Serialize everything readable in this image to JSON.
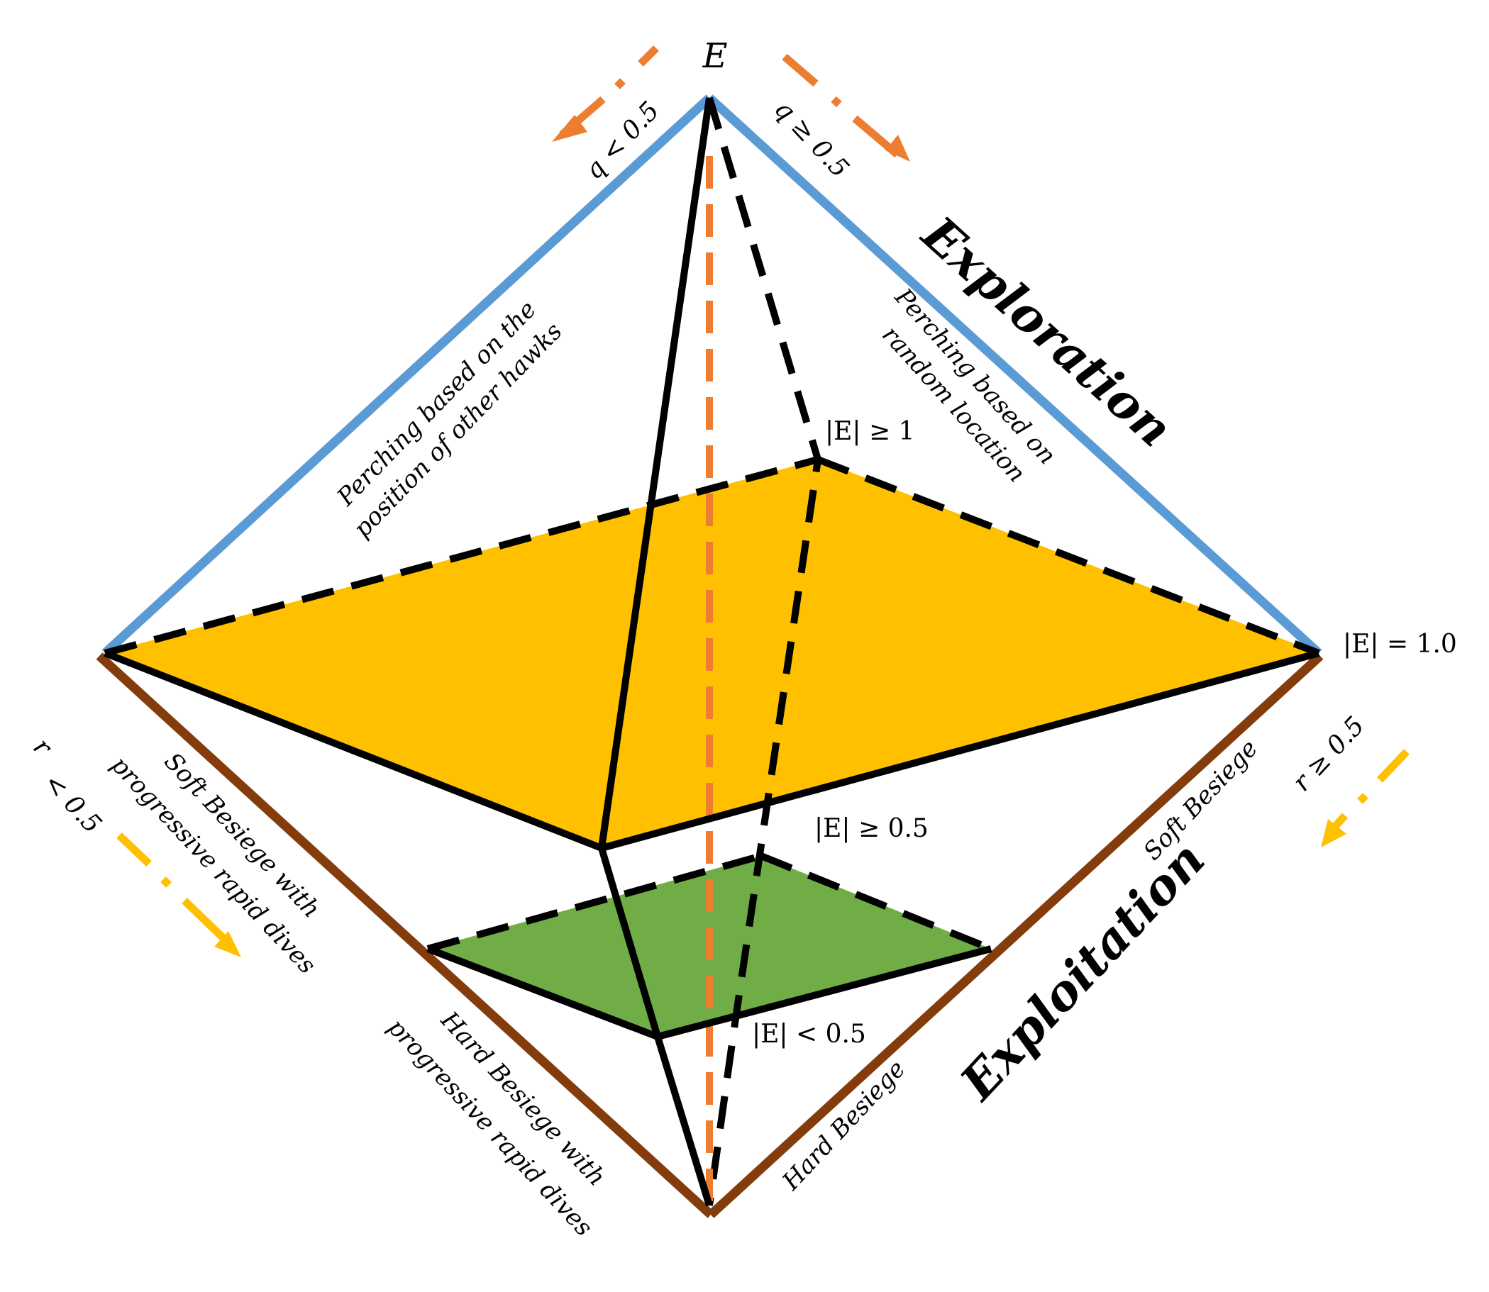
{
  "diagram": {
    "apex_label": "E",
    "labels": {
      "q_lt": "q < 0.5",
      "q_ge": "q ≥ 0.5",
      "exploration": "Exploration",
      "exploitation": "Exploitation",
      "perch_others_1": "Perching based on the",
      "perch_others_2": "position of other hawks",
      "perch_random_1": "Perching based on",
      "perch_random_2": "random location",
      "E_ge_1": "|E|  ≥ 1",
      "E_eq_1": "|E|  =  1.0",
      "E_ge_05": "|E|  ≥ 0.5",
      "E_lt_05": "|E| <  0.5",
      "r_lt_1": "r",
      "r_lt_2": "< 0.5",
      "r_ge": "r ≥ 0.5",
      "soft_dives_1": "Soft Besiege with",
      "soft_dives_2": "progressive rapid dives",
      "hard_dives_1": "Hard Besiege with",
      "hard_dives_2": "progressive rapid dives",
      "soft_besiege": "Soft Besiege",
      "hard_besiege": "Hard Besiege"
    },
    "colors": {
      "exploration_edge": "#5b9bd5",
      "exploitation_edge": "#843c0c",
      "upper_plane": "#ffc000",
      "lower_plane": "#70ad47",
      "orange_arrow": "#ed7d31",
      "yellow_arrow": "#ffc000",
      "lines": "#000000"
    }
  }
}
